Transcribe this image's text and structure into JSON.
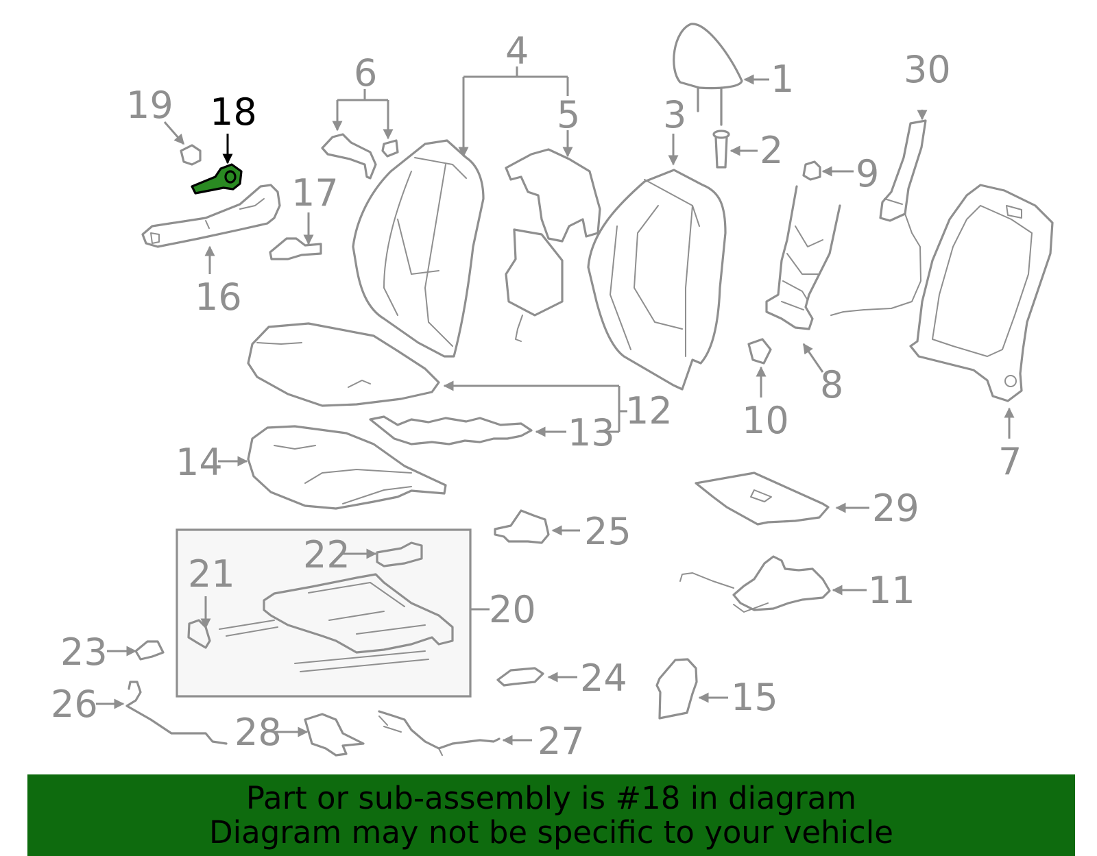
{
  "highlight": {
    "part_number": "18",
    "color": "#2a8a22",
    "banner_color": "#0e6b0e"
  },
  "callouts": {
    "c1": "1",
    "c2": "2",
    "c3": "3",
    "c4": "4",
    "c5": "5",
    "c6": "6",
    "c7": "7",
    "c8": "8",
    "c9": "9",
    "c10": "10",
    "c11": "11",
    "c12": "12",
    "c13": "13",
    "c14": "14",
    "c15": "15",
    "c16": "16",
    "c17": "17",
    "c18": "18",
    "c19": "19",
    "c20": "20",
    "c21": "21",
    "c22": "22",
    "c23": "23",
    "c24": "24",
    "c25": "25",
    "c26": "26",
    "c27": "27",
    "c28": "28",
    "c29": "29",
    "c30": "30"
  },
  "banner": {
    "line1": "Part or sub-assembly is #18 in diagram",
    "line2": "Diagram may not be specific to your vehicle"
  }
}
